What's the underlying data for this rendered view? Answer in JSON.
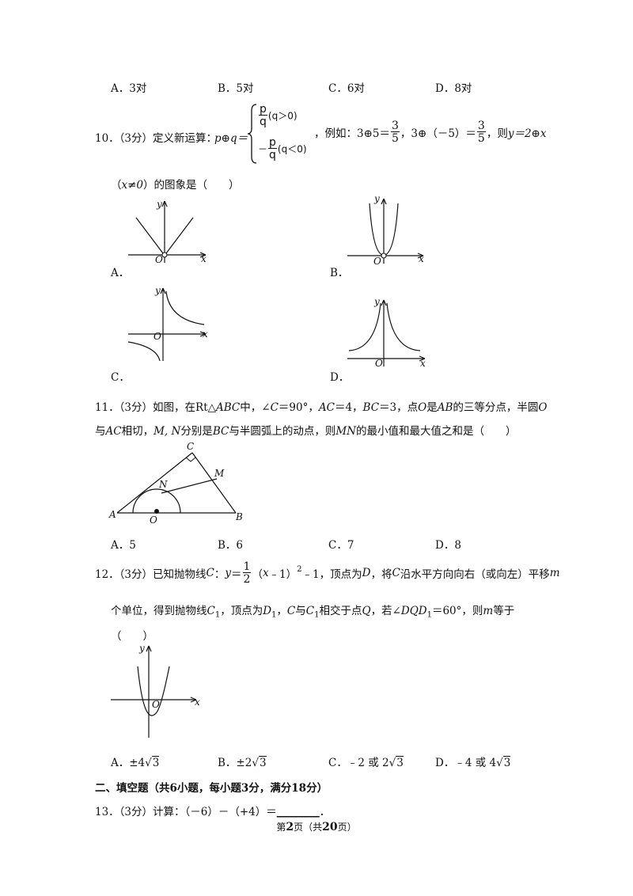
{
  "q9_options": [
    "A．3对",
    "B．5对",
    "C．6对",
    "D．8对"
  ],
  "q10": {
    "prefix": "10．（3分）定义新运算：",
    "expr": "p⊕q＝",
    "case1_num": "p",
    "case1_den": "q",
    "case1_cond": "(q＞0)",
    "case2_sign": "－",
    "case2_num": "p",
    "case2_den": "q",
    "case2_cond": "(q＜0)",
    "example_intro": "，例如：3⊕5＝",
    "ex1_num": "3",
    "ex1_den": "5",
    "example_mid": "，3⊕（－5）＝",
    "ex2_num": "3",
    "ex2_den": "5",
    "example_tail": "，则",
    "tail_expr": "y＝2⊕x",
    "line2_math": "x≠0",
    "line2_pre": "（",
    "line2_post": "）的图象是（　　）",
    "options": [
      "A．",
      "B．",
      "C．",
      "D．"
    ],
    "graph_labels": {
      "y": "y",
      "x": "x",
      "o": "O"
    }
  },
  "q11": {
    "line1_prefix": "11．（3分）如图，在",
    "line1_rt": "Rt△",
    "line1_abc": "ABC",
    "line1_mid1": "中，∠",
    "line1_c": "C",
    "line1_mid2": "＝90°，",
    "line1_ac": "AC",
    "line1_mid3": "＝4，",
    "line1_bc": "BC",
    "line1_mid4": "＝3，点",
    "line1_o": "O",
    "line1_mid5": "是",
    "line1_ab": "AB",
    "line1_mid6": "的三等分点，半圆",
    "line1_o2": "O",
    "line2_pre": "与",
    "line2_ac": "AC",
    "line2_mid1": "相切，",
    "line2_mn": "M, N",
    "line2_mid2": "分别是",
    "line2_bc": "BC",
    "line2_mid3": "与半圆弧上的动点，则",
    "line2_mn2": "MN",
    "line2_tail": "的最小值和最大值之和是（　　）",
    "figure_labels": {
      "A": "A",
      "B": "B",
      "C": "C",
      "M": "M",
      "N": "N",
      "O": "O"
    },
    "options": [
      "A．5",
      "B．6",
      "C．7",
      "D．8"
    ]
  },
  "q12": {
    "line1_prefix": "12．（3分）已知抛物线",
    "line1_c": "C",
    "line1_colon": "：",
    "line1_y": "y",
    "line1_eq": "＝",
    "frac_num": "1",
    "frac_den": "2",
    "line1_paren": "（",
    "line1_x": "x",
    "line1_paren_tail": "﹣1）",
    "line1_sup": "2",
    "line1_after": "﹣1，顶点为",
    "line1_d": "D",
    "line1_comma": "，将",
    "line1_c2": "C",
    "line1_tail": "沿水平方向向右（或向左）平移",
    "line1_m": "m",
    "line2_pre": "个单位，得到抛物线",
    "line2_c1": "C",
    "line2_sub1": "1",
    "line2_mid1": "，顶点为",
    "line2_d1": "D",
    "line2_sub2": "1",
    "line2_comma": "，",
    "line2_c": "C",
    "line2_mid2": "与",
    "line2_c1b": "C",
    "line2_sub3": "1",
    "line2_mid3": "相交于点",
    "line2_q": "Q",
    "line2_mid4": "，若∠",
    "line2_dqd": "DQD",
    "line2_sub4": "1",
    "line2_mid5": "＝60°，则",
    "line2_m": "m",
    "line2_tail": "等于",
    "line3": "（　　）",
    "graph_labels": {
      "y": "y",
      "x": "x",
      "o": "O"
    },
    "options": [
      {
        "pre": "A．±4",
        "root": "3",
        "post": ""
      },
      {
        "pre": "B．±2",
        "root": "3",
        "post": ""
      },
      {
        "pre": "C．﹣2 或 2",
        "root": "3",
        "post": ""
      },
      {
        "pre": "D．﹣4 或 4",
        "root": "3",
        "post": ""
      }
    ]
  },
  "section2_title": "二、填空题（共6小题，每小题3分，满分18分）",
  "q13": {
    "text": "13．（3分）计算：（－6）－（+4）＝",
    "blank": "________",
    "end": "．"
  },
  "footer": {
    "pre": "第",
    "page": "2",
    "mid": "页（共",
    "total": "20",
    "post": "页）"
  }
}
